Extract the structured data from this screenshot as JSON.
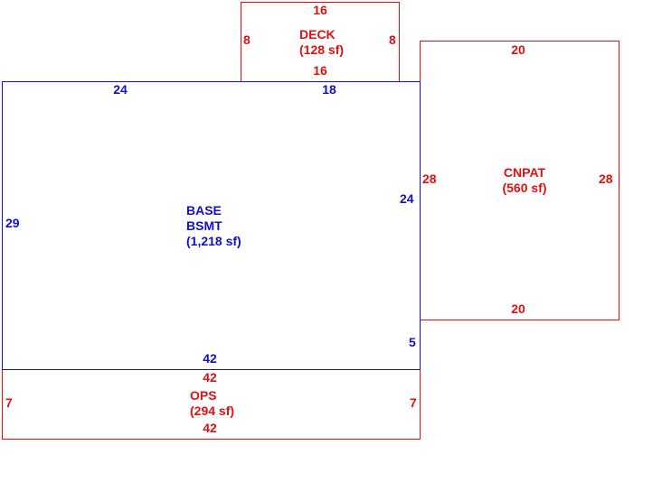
{
  "colors": {
    "red": "#e01010",
    "blue": "#1010c8"
  },
  "deck": {
    "top": "16",
    "bottom": "16",
    "left": "8",
    "right": "8",
    "name": "DECK",
    "area": "(128 sf)"
  },
  "cnpat": {
    "top": "20",
    "bottom": "20",
    "left": "28",
    "right": "28",
    "name": "CNPAT",
    "area": "(560 sf)"
  },
  "base": {
    "top_left": "24",
    "top_right": "18",
    "left": "29",
    "right_upper": "24",
    "right_lower": "5",
    "bottom": "42",
    "name": "BASE",
    "name2": "BSMT",
    "area": "(1,218 sf)"
  },
  "ops": {
    "top": "42",
    "bottom": "42",
    "left": "7",
    "right": "7",
    "name": "OPS",
    "area": "(294 sf)"
  }
}
